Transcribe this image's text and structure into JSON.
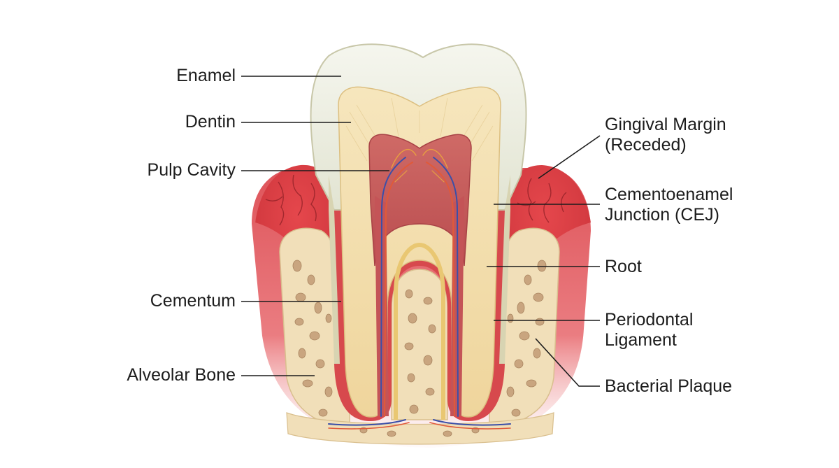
{
  "labels": {
    "enamel": "Enamel",
    "dentin": "Dentin",
    "pulp_cavity": "Pulp Cavity",
    "cementum": "Cementum",
    "alveolar_bone": "Alveolar Bone",
    "gingival_margin": {
      "line1": "Gingival Margin",
      "line2": "(Receded)"
    },
    "cej": {
      "line1": "Cementoenamel",
      "line2": "Junction (CEJ)"
    },
    "root": "Root",
    "periodontal_ligament": {
      "line1": "Periodontal",
      "line2": "Ligament"
    },
    "bacterial_plaque": "Bacterial Plaque"
  },
  "colors": {
    "enamel": "#eef0e4",
    "dentin": "#f3dfb0",
    "pulp": "#c9575a",
    "gum": "#d9383f",
    "bone": "#f1dfb9",
    "bone_pores": "#c9a57f",
    "leader_line": "#1c1c1c"
  }
}
